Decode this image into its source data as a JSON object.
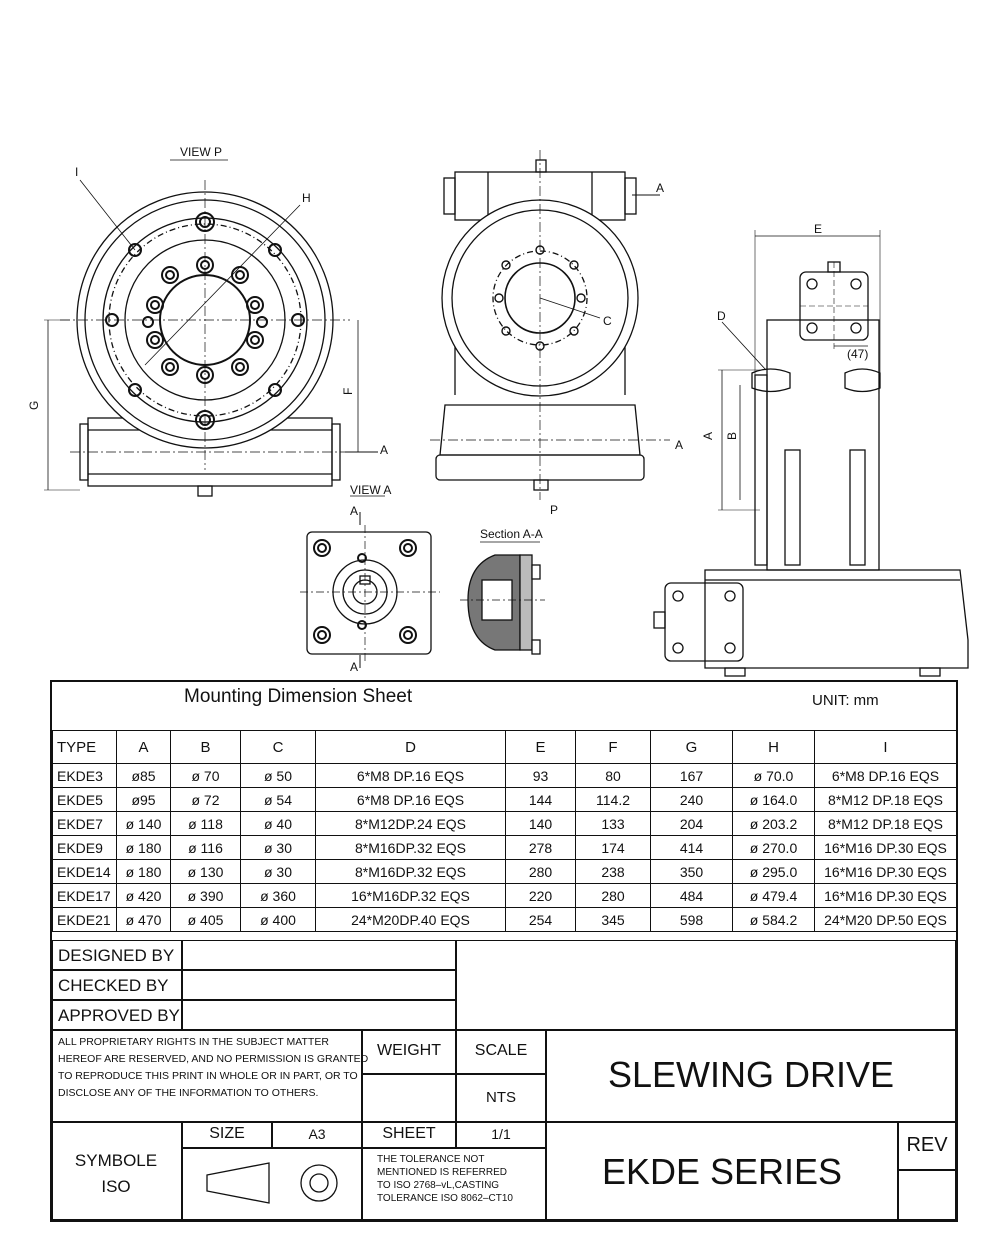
{
  "drawing": {
    "labels": {
      "view_p": "VIEW P",
      "view_a": "VIEW A",
      "section_aa": "Section A-A",
      "lbl_i": "I",
      "lbl_h": "H",
      "lbl_g": "G",
      "lbl_f": "F",
      "lbl_c": "C",
      "lbl_e": "E",
      "lbl_d": "D",
      "lbl_a": "A",
      "lbl_b": "B",
      "lbl_p": "P",
      "dim_47": "(47)"
    }
  },
  "header": {
    "title": "Mounting Dimension Sheet",
    "unit": "UNIT:  mm"
  },
  "table": {
    "columns": [
      "TYPE",
      "A",
      "B",
      "C",
      "D",
      "E",
      "F",
      "G",
      "H",
      "I"
    ],
    "rows": [
      [
        "EKDE3",
        "ø85",
        "ø 70",
        "ø 50",
        "6*M8 DP.16 EQS",
        "93",
        "80",
        "167",
        "ø 70.0",
        "6*M8 DP.16 EQS"
      ],
      [
        "EKDE5",
        "ø95",
        "ø 72",
        "ø 54",
        "6*M8 DP.16 EQS",
        "144",
        "114.2",
        "240",
        "ø 164.0",
        "8*M12 DP.18 EQS"
      ],
      [
        "EKDE7",
        "ø 140",
        "ø 118",
        "ø 40",
        "8*M12DP.24 EQS",
        "140",
        "133",
        "204",
        "ø 203.2",
        "8*M12 DP.18 EQS"
      ],
      [
        "EKDE9",
        "ø 180",
        "ø 116",
        "ø 30",
        "8*M16DP.32 EQS",
        "278",
        "174",
        "414",
        "ø 270.0",
        "16*M16 DP.30 EQS"
      ],
      [
        "EKDE14",
        "ø 180",
        "ø 130",
        "ø 30",
        "8*M16DP.32 EQS",
        "280",
        "238",
        "350",
        "ø 295.0",
        "16*M16 DP.30 EQS"
      ],
      [
        "EKDE17",
        "ø 420",
        "ø 390",
        "ø 360",
        "16*M16DP.32 EQS",
        "220",
        "280",
        "484",
        "ø 479.4",
        "16*M16 DP.30 EQS"
      ],
      [
        "EKDE21",
        "ø 470",
        "ø 405",
        "ø 400",
        "24*M20DP.40 EQS",
        "254",
        "345",
        "598",
        "ø 584.2",
        "24*M20 DP.50 EQS"
      ]
    ]
  },
  "titleblock": {
    "designed_by": "DESIGNED BY",
    "checked_by": "CHECKED BY",
    "approved_by": "APPROVED BY",
    "rights_line1": "ALL PROPRIETARY RIGHTS IN THE SUBJECT MATTER",
    "rights_line2": "HEREOF ARE RESERVED, AND NO PERMISSION IS GRANTED",
    "rights_line3": "TO REPRODUCE THIS PRINT IN WHOLE OR IN PART, OR TO",
    "rights_line4": "DISCLOSE ANY OF THE INFORMATION TO OTHERS.",
    "weight": "WEIGHT",
    "scale": "SCALE",
    "scale_value": "NTS",
    "product": "SLEWING DRIVE",
    "series": "EKDE SERIES",
    "rev": "REV",
    "symbole": "SYMBOLE",
    "iso": "ISO",
    "size": "SIZE",
    "size_value": "A3",
    "sheet": "SHEET",
    "sheet_value": "1/1",
    "tol_line1": "THE  TOLERANCE  NOT",
    "tol_line2": "MENTIONED  IS  REFERRED",
    "tol_line3": "TO ISO  2768–vL,CASTING",
    "tol_line4": "TOLERANCE  ISO  8062–CT10"
  }
}
